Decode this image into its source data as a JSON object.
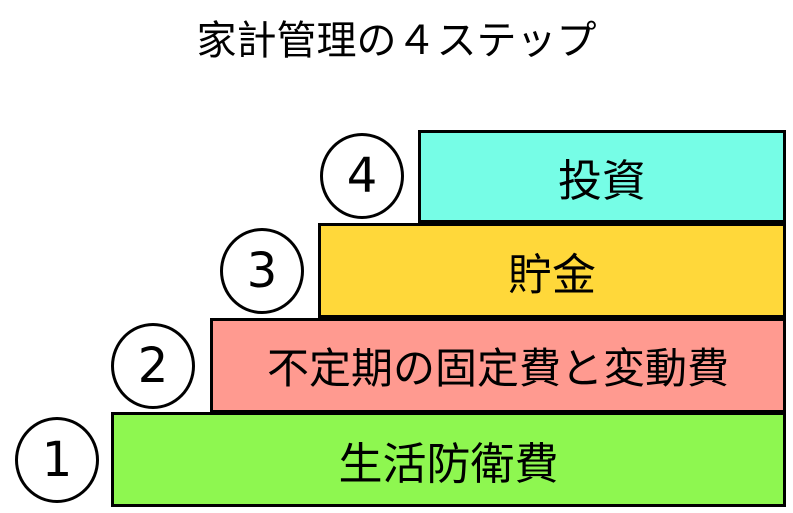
{
  "title": "家計管理の４ステップ",
  "steps": [
    {
      "number": "1",
      "label": "生活防衛費",
      "color": "#8ef750"
    },
    {
      "number": "2",
      "label": "不定期の固定費と変動費",
      "color": "#ff9a90"
    },
    {
      "number": "3",
      "label": "貯金",
      "color": "#ffd83a"
    },
    {
      "number": "4",
      "label": "投資",
      "color": "#76fde6"
    }
  ]
}
